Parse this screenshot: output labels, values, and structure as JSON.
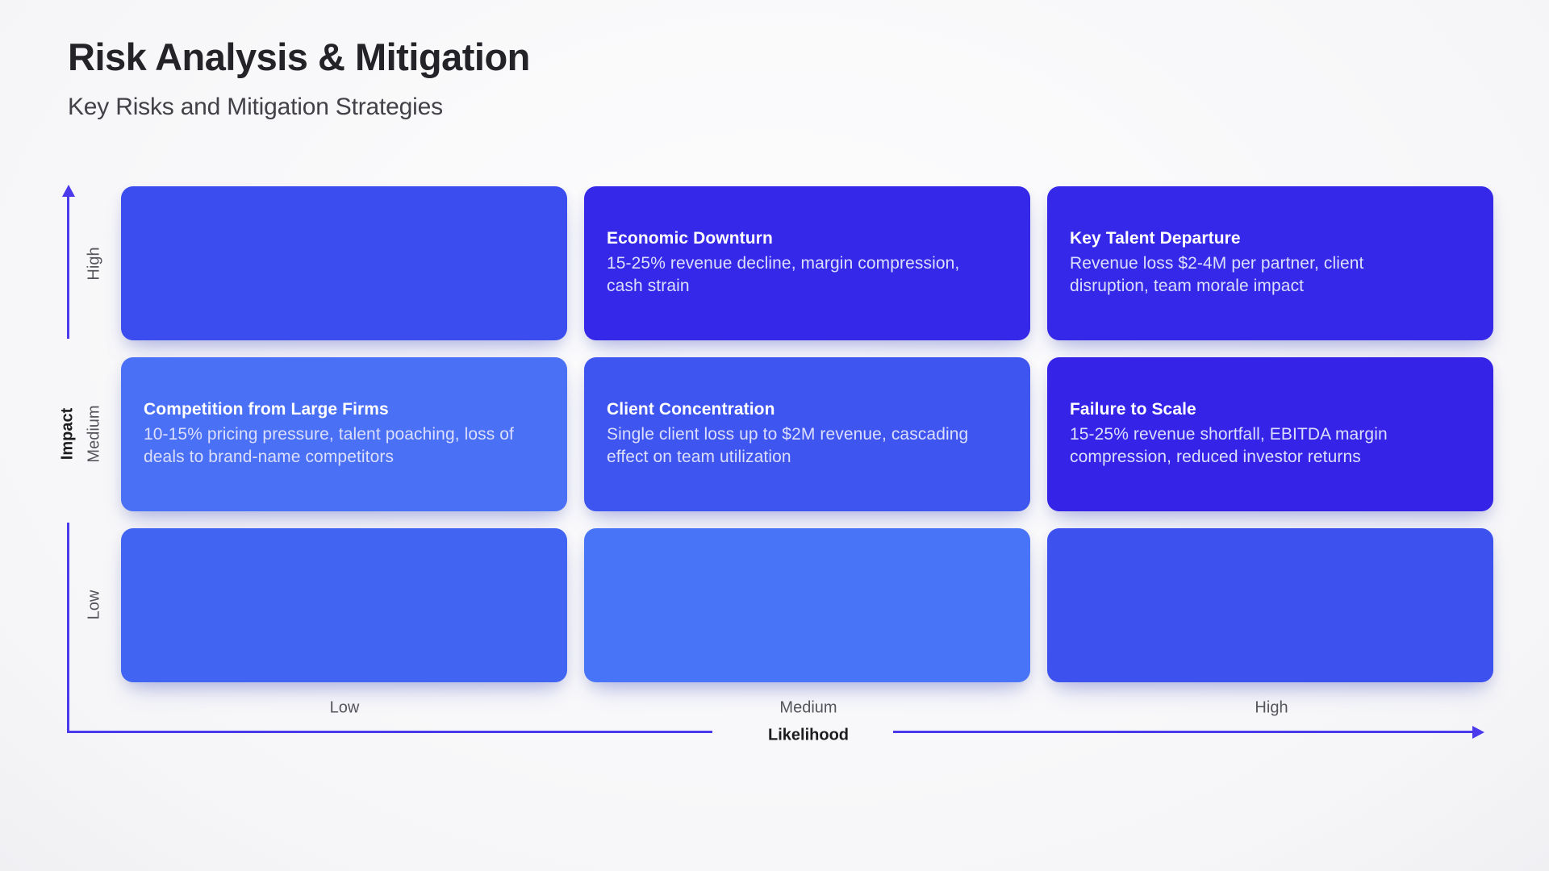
{
  "header": {
    "title": "Risk Analysis & Mitigation",
    "subtitle": "Key Risks and Mitigation Strategies"
  },
  "matrix": {
    "axis_color": "#4b39ec",
    "y_axis": {
      "label": "Impact",
      "ticks": [
        "High",
        "Medium",
        "Low"
      ]
    },
    "x_axis": {
      "label": "Likelihood",
      "ticks": [
        "Low",
        "Medium",
        "High"
      ]
    },
    "cells": [
      {
        "impact": "High",
        "likelihood": "Low",
        "title": "",
        "description": "",
        "color": "#3b4dee"
      },
      {
        "impact": "High",
        "likelihood": "Medium",
        "title": "Economic Downturn",
        "description": "15-25% revenue decline, margin compression, cash strain",
        "color": "#3628e8"
      },
      {
        "impact": "High",
        "likelihood": "High",
        "title": "Key Talent Departure",
        "description": "Revenue loss $2-4M per partner, client disruption, team morale impact",
        "color": "#3628e8"
      },
      {
        "impact": "Medium",
        "likelihood": "Low",
        "title": "Competition from Large Firms",
        "description": "10-15% pricing pressure, talent poaching, loss of deals to brand-name competitors",
        "color": "#4a70f5"
      },
      {
        "impact": "Medium",
        "likelihood": "Medium",
        "title": "Client Concentration",
        "description": "Single client loss up to $2M revenue, cascading effect on team utilization",
        "color": "#3f55f0"
      },
      {
        "impact": "Medium",
        "likelihood": "High",
        "title": "Failure to Scale",
        "description": "15-25% revenue shortfall, EBITDA margin compression, reduced investor returns",
        "color": "#3523e8"
      },
      {
        "impact": "Low",
        "likelihood": "Low",
        "title": "",
        "description": "",
        "color": "#4164f2"
      },
      {
        "impact": "Low",
        "likelihood": "Medium",
        "title": "",
        "description": "",
        "color": "#4874f7"
      },
      {
        "impact": "Low",
        "likelihood": "High",
        "title": "",
        "description": "",
        "color": "#3d51ef"
      }
    ]
  }
}
